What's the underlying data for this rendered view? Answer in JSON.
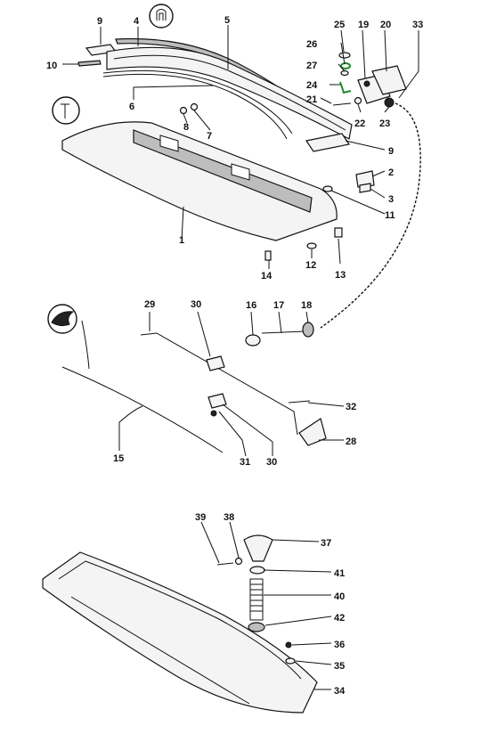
{
  "callouts": [
    {
      "id": "c1",
      "text": "1"
    },
    {
      "id": "c2",
      "text": "2"
    },
    {
      "id": "c3",
      "text": "3"
    },
    {
      "id": "c4",
      "text": "4"
    },
    {
      "id": "c5",
      "text": "5"
    },
    {
      "id": "c6",
      "text": "6"
    },
    {
      "id": "c7",
      "text": "7"
    },
    {
      "id": "c8",
      "text": "8"
    },
    {
      "id": "c9a",
      "text": "9"
    },
    {
      "id": "c9b",
      "text": "9"
    },
    {
      "id": "c10",
      "text": "10"
    },
    {
      "id": "c11",
      "text": "11"
    },
    {
      "id": "c12",
      "text": "12"
    },
    {
      "id": "c13",
      "text": "13"
    },
    {
      "id": "c14",
      "text": "14"
    },
    {
      "id": "c15",
      "text": "15"
    },
    {
      "id": "c16",
      "text": "16"
    },
    {
      "id": "c17",
      "text": "17"
    },
    {
      "id": "c18",
      "text": "18"
    },
    {
      "id": "c19",
      "text": "19"
    },
    {
      "id": "c20",
      "text": "20"
    },
    {
      "id": "c21",
      "text": "21"
    },
    {
      "id": "c22",
      "text": "22"
    },
    {
      "id": "c23",
      "text": "23"
    },
    {
      "id": "c24",
      "text": "24"
    },
    {
      "id": "c25",
      "text": "25"
    },
    {
      "id": "c26",
      "text": "26"
    },
    {
      "id": "c27",
      "text": "27"
    },
    {
      "id": "c28",
      "text": "28"
    },
    {
      "id": "c29",
      "text": "29"
    },
    {
      "id": "c30a",
      "text": "30"
    },
    {
      "id": "c30b",
      "text": "30"
    },
    {
      "id": "c31",
      "text": "31"
    },
    {
      "id": "c32",
      "text": "32"
    },
    {
      "id": "c33",
      "text": "33"
    },
    {
      "id": "c34",
      "text": "34"
    },
    {
      "id": "c35",
      "text": "35"
    },
    {
      "id": "c36",
      "text": "36"
    },
    {
      "id": "c37",
      "text": "37"
    },
    {
      "id": "c38",
      "text": "38"
    },
    {
      "id": "c39",
      "text": "39"
    },
    {
      "id": "c40",
      "text": "40"
    },
    {
      "id": "c41",
      "text": "41"
    },
    {
      "id": "c42",
      "text": "42"
    }
  ],
  "symbols": [
    {
      "name": "clip-symbol-icon"
    },
    {
      "name": "screw-symbol-icon"
    },
    {
      "name": "sealant-symbol-icon"
    }
  ],
  "colors": {
    "line": "#111111",
    "highlight": "#1f8a2f",
    "fill": "#f4f4f4",
    "shade": "#bdbdbd"
  }
}
